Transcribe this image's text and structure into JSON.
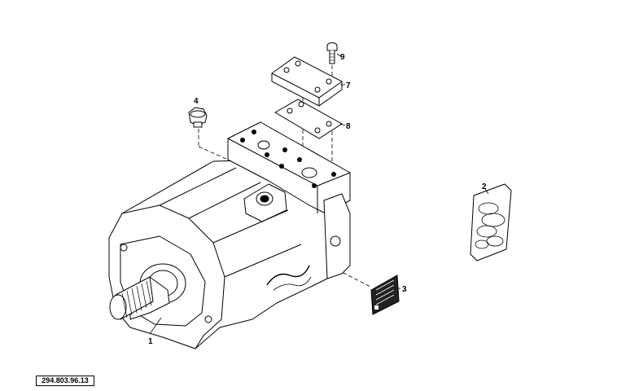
{
  "diagram": {
    "callouts": {
      "hydraulic_motor": "1",
      "seal_kit": "2",
      "identification_plate": "3",
      "breather_plug": "4",
      "cover_plate": "7",
      "gasket": "8",
      "screw": "9"
    },
    "drawing_number": "294.803.96.13",
    "colors": {
      "line": "#000000",
      "background": "#ffffff",
      "label_panel": "#222222"
    }
  }
}
